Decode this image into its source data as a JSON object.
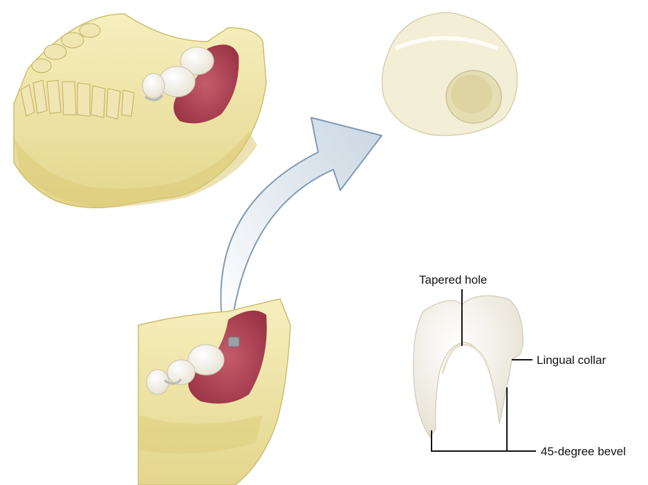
{
  "labels": {
    "tapered_hole": "Tapered hole",
    "lingual_collar": "Lingual collar",
    "bevel": "45-degree bevel"
  },
  "colors": {
    "cast_stone": "#f0e7a8",
    "cast_shadow": "#d9cb78",
    "gingiva": "#b84a5a",
    "tooth": "#f7f5ee",
    "arrow_fill": "#dde5ec",
    "arrow_stroke": "#7e9ab4",
    "leader_line": "#111111"
  },
  "icons": {
    "full_cast": "lower-jaw-cast",
    "partial_cast": "prepared-jaw-cast",
    "arrow": "curved-arrow",
    "index": "putty-index",
    "crown": "crown-cross-section"
  }
}
